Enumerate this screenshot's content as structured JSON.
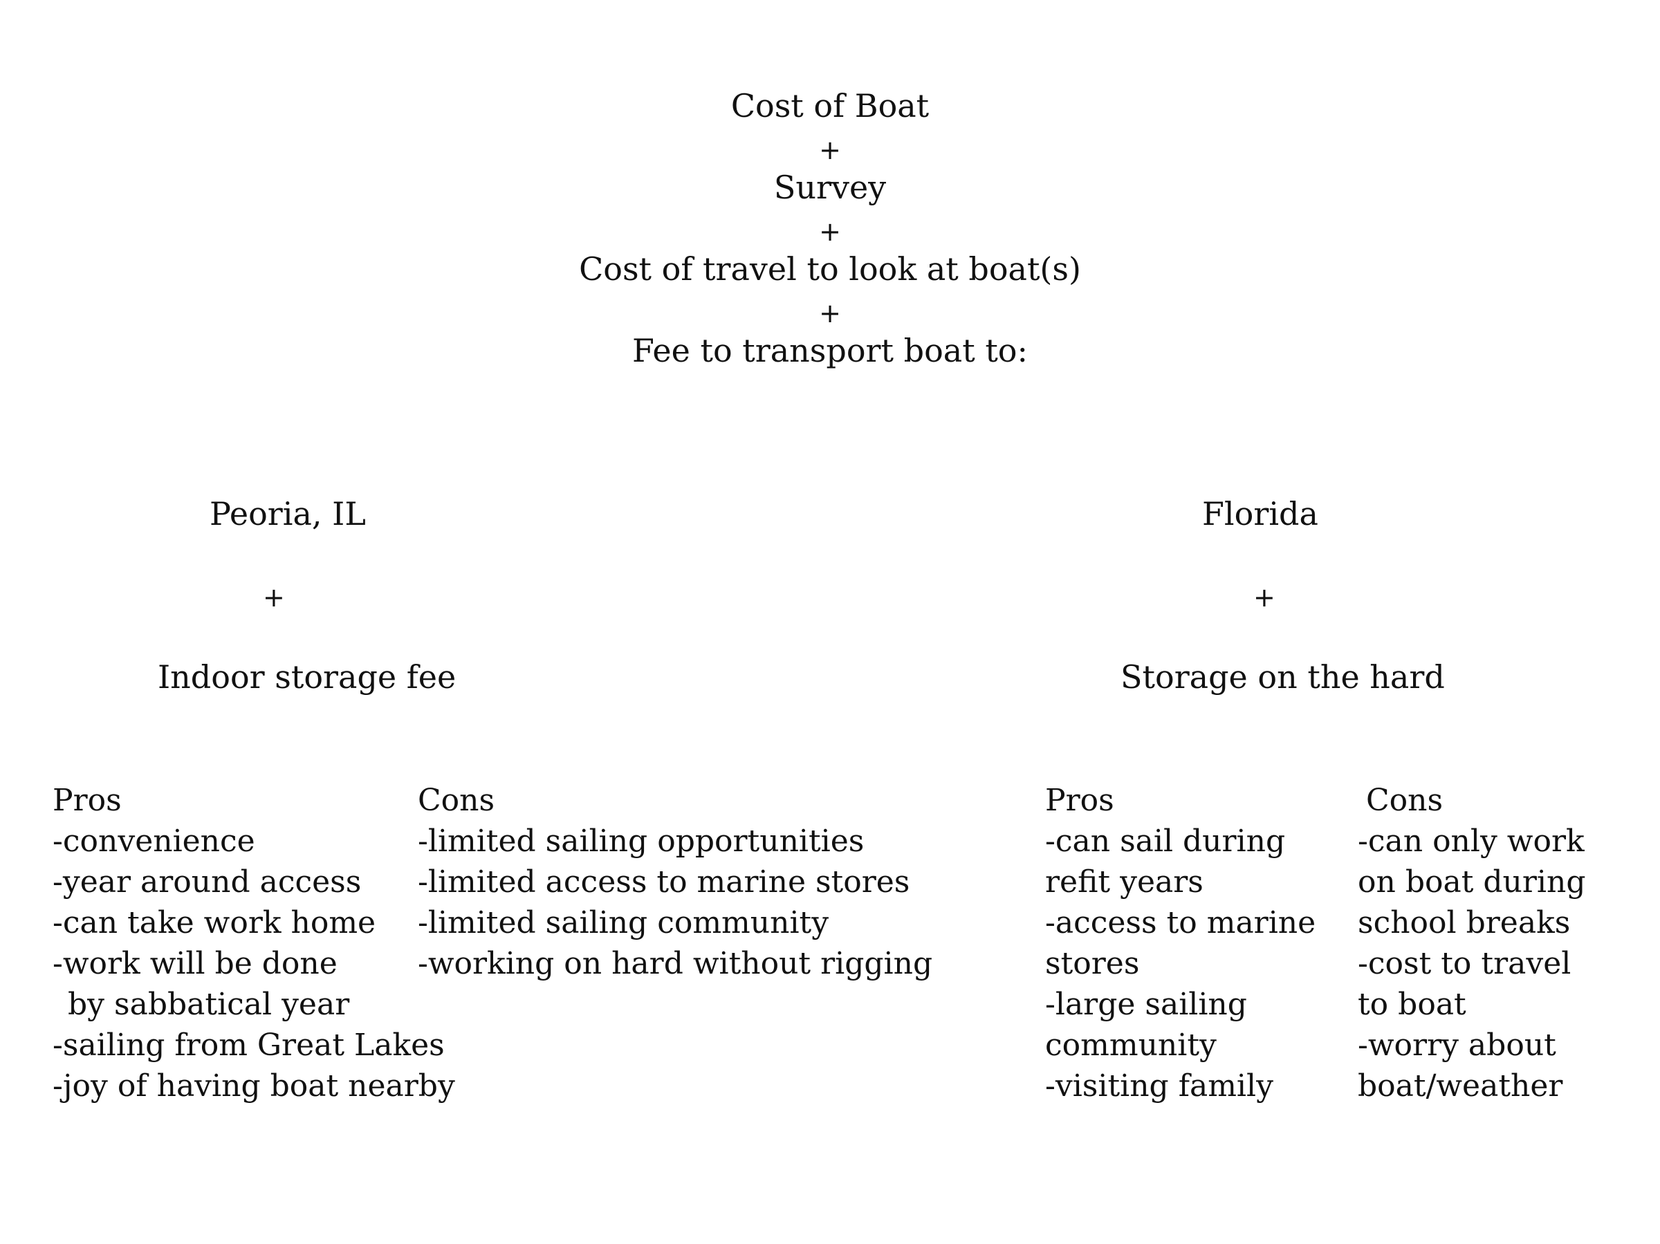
{
  "formula": {
    "cost_of_boat": "Cost of Boat",
    "plus_1": "+",
    "survey": "Survey",
    "plus_2": "+",
    "travel": "Cost of travel to look at boat(s)",
    "plus_3": "+",
    "transport": "Fee to transport boat to:"
  },
  "peoria": {
    "location": "Peoria, IL",
    "plus": "+",
    "storage": "Indoor storage fee",
    "pros_header": "Pros",
    "pros": [
      "-convenience",
      "-year around access",
      "-can take work home",
      "-work will be done",
      "  by sabbatical year",
      "-sailing from Great Lakes",
      "-joy of having boat nearby"
    ],
    "cons_header": "Cons",
    "cons": [
      "-limited sailing opportunities",
      "-limited access to marine stores",
      "-limited sailing community",
      "-working on hard without rigging"
    ]
  },
  "florida": {
    "location": "Florida",
    "plus": "+",
    "storage": "Storage on the hard",
    "pros_header": "Pros",
    "pros": [
      "-can sail during",
      "refit years",
      "-access to marine",
      "stores",
      "-large sailing",
      "community",
      "-visiting family"
    ],
    "cons_header": "Cons",
    "cons": [
      "-can only work",
      "on boat during",
      "school breaks",
      "-cost to travel",
      "to boat",
      "-worry about",
      "boat/weather"
    ]
  }
}
